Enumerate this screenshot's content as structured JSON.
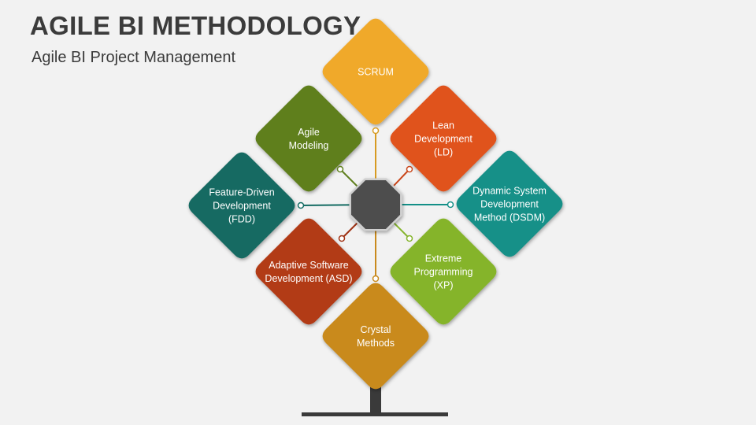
{
  "header": {
    "title": "AGILE BI METHODOLOGY",
    "subtitle": "Agile BI Project Management"
  },
  "diagram": {
    "hub_color": "#4d4d4d",
    "stand_color": "#3a3a3a",
    "nodes": [
      {
        "id": "scrum",
        "lines": [
          "SCRUM"
        ],
        "color": "#f0a92b",
        "connector": "#d79b22"
      },
      {
        "id": "agile-modeling",
        "lines": [
          "Agile",
          "Modeling"
        ],
        "color": "#5f7f1d",
        "connector": "#5f7f1d"
      },
      {
        "id": "lean-development",
        "lines": [
          "Lean",
          "Development",
          "(LD)"
        ],
        "color": "#e0531f",
        "connector": "#c9461a"
      },
      {
        "id": "feature-driven-development",
        "lines": [
          "Feature-Driven",
          "Development",
          "(FDD)"
        ],
        "color": "#136b62",
        "connector": "#136b62"
      },
      {
        "id": "dynamic-system-development-method",
        "lines": [
          "Dynamic System",
          "Development",
          "Method (DSDM)"
        ],
        "color": "#149088",
        "connector": "#149088"
      },
      {
        "id": "adaptive-software-development",
        "lines": [
          "Adaptive Software",
          "Development (ASD)"
        ],
        "color": "#b23a17",
        "connector": "#9f3214"
      },
      {
        "id": "extreme-programming",
        "lines": [
          "Extreme",
          "Programming",
          "(XP)"
        ],
        "color": "#85b42c",
        "connector": "#85b42c"
      },
      {
        "id": "crystal-methods",
        "lines": [
          "Crystal",
          "Methods"
        ],
        "color": "#c98a1e",
        "connector": "#c98a1e"
      }
    ]
  }
}
